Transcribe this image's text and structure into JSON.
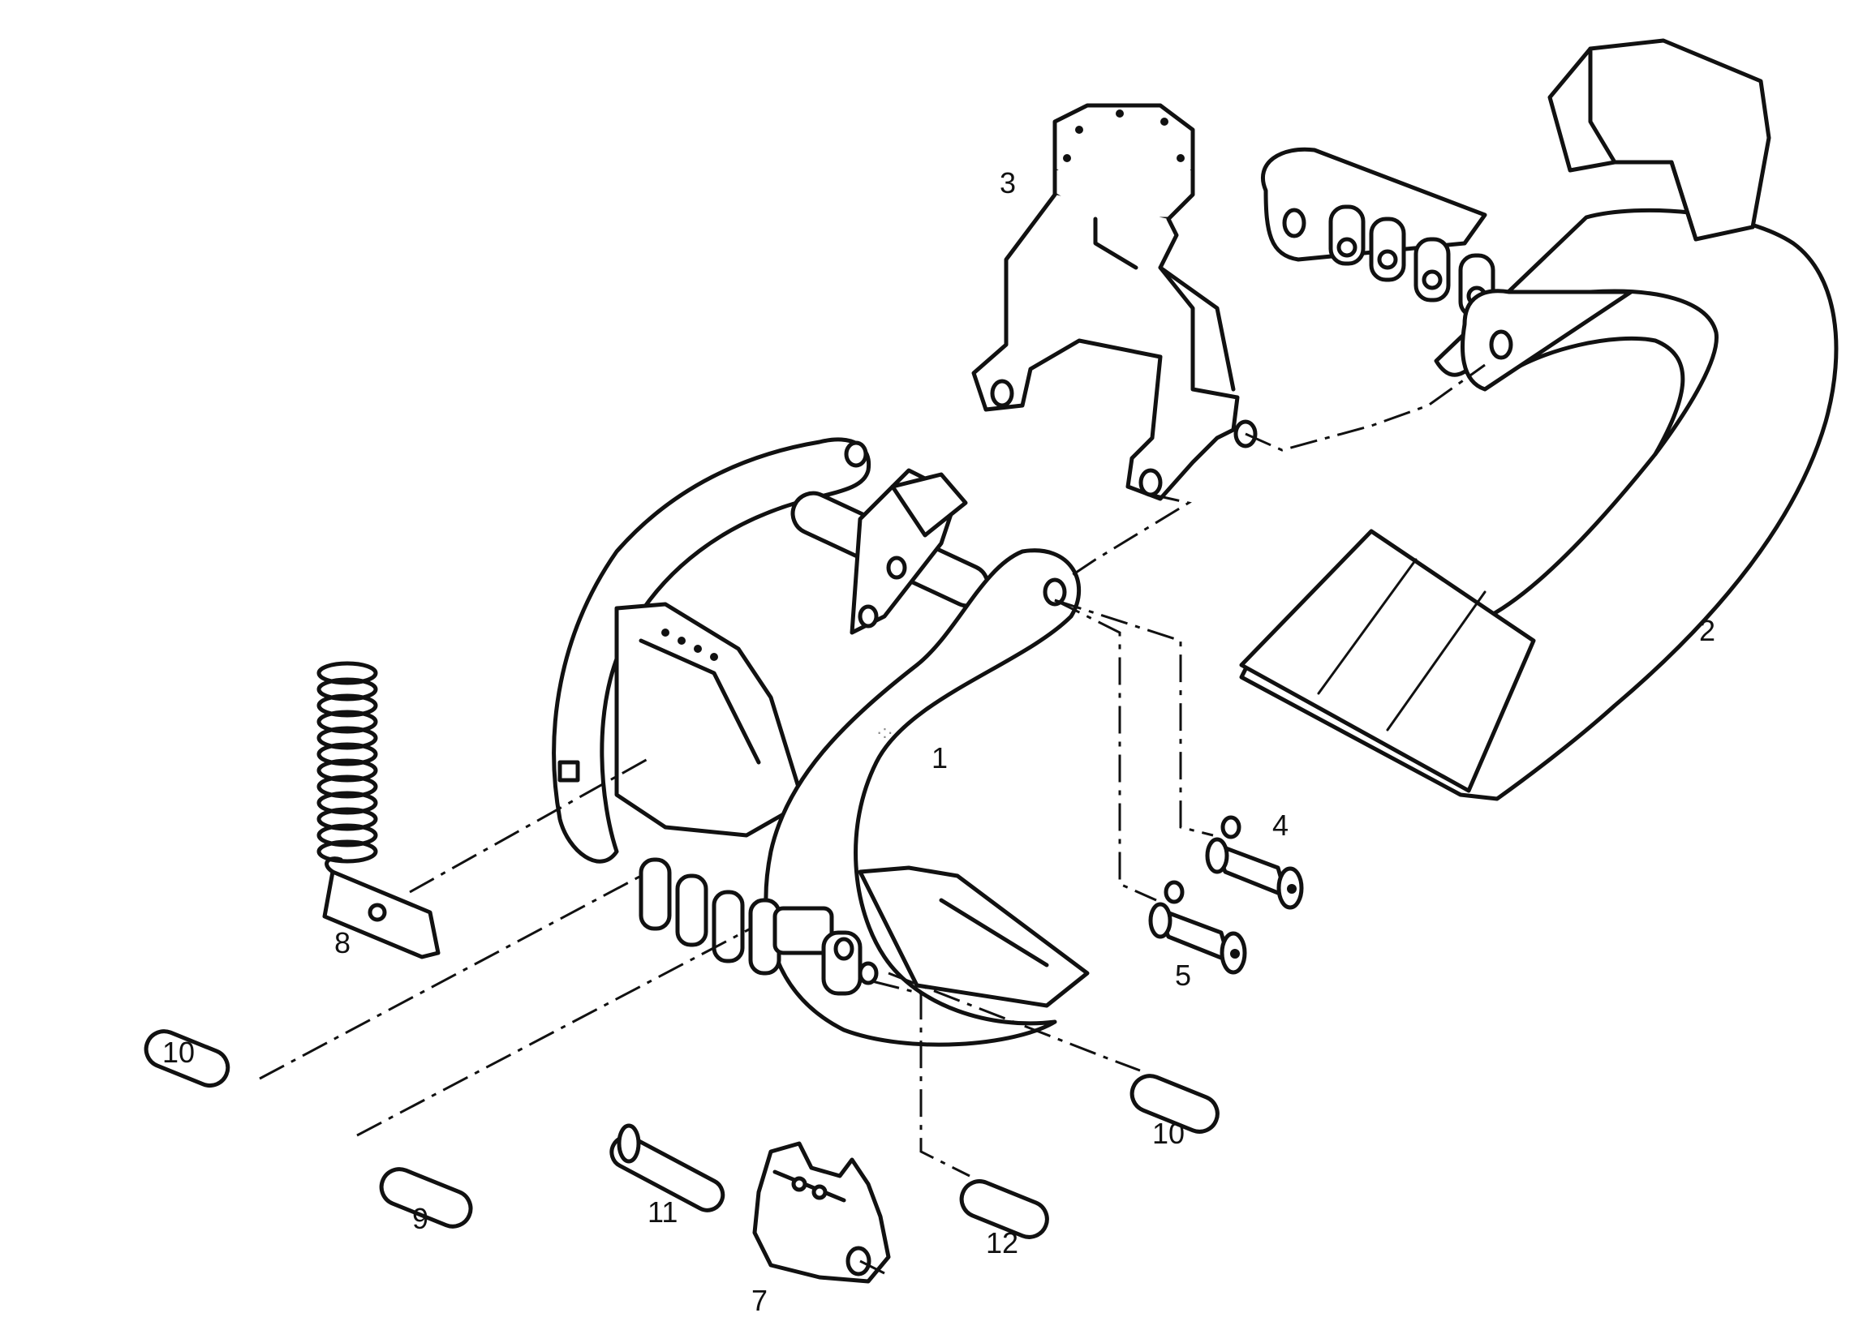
{
  "callouts": [
    {
      "id": "1",
      "text": "1"
    },
    {
      "id": "2",
      "text": "2"
    },
    {
      "id": "3",
      "text": "3"
    },
    {
      "id": "4",
      "text": "4"
    },
    {
      "id": "5",
      "text": "5"
    },
    {
      "id": "7",
      "text": "7"
    },
    {
      "id": "8",
      "text": "8"
    },
    {
      "id": "9",
      "text": "9"
    },
    {
      "id": "10a",
      "text": "10"
    },
    {
      "id": "10b",
      "text": "10"
    },
    {
      "id": "11",
      "text": "11"
    },
    {
      "id": "12",
      "text": "12"
    }
  ]
}
